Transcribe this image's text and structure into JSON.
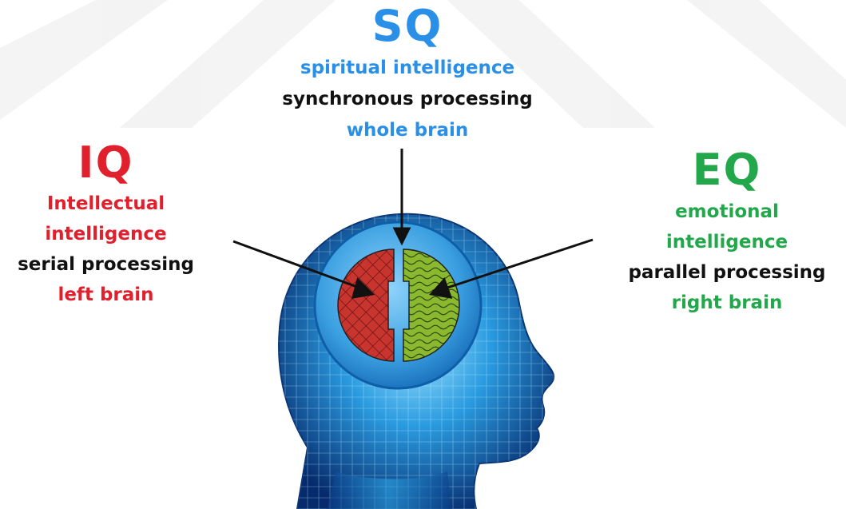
{
  "sq": {
    "title": "SQ",
    "line1": "spiritual intelligence",
    "line2": "synchronous processing",
    "line3": "whole brain"
  },
  "iq": {
    "title": "IQ",
    "line1": "Intellectual",
    "line2": "intelligence",
    "line3": "serial processing",
    "line4": "left brain"
  },
  "eq": {
    "title": "EQ",
    "line1": "emotional",
    "line2": "intelligence",
    "line3": "parallel processing",
    "line4": "right brain"
  },
  "colors": {
    "sq_blue": "#2a8fe6",
    "iq_red": "#e0202c",
    "eq_green": "#22a84a",
    "text_black": "#111111",
    "left_hemisphere": "#c8342e",
    "right_hemisphere": "#8ab82e",
    "ring_blue": "#3a9fe0"
  }
}
